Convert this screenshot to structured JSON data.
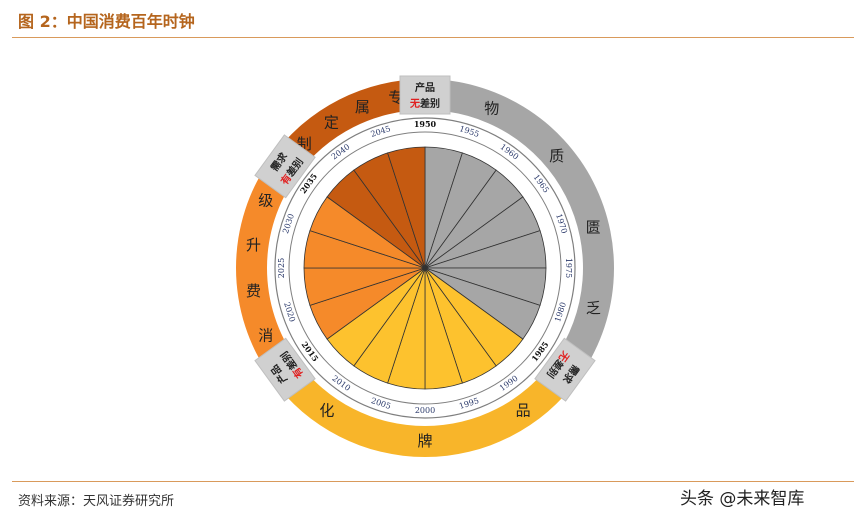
{
  "header": {
    "title": "图 2：中国消费百年时钟"
  },
  "footer": {
    "source": "资料来源：天风证券研究所",
    "watermark": "头条 @未来智库"
  },
  "clock": {
    "years": [
      "1950",
      "1955",
      "1960",
      "1965",
      "1970",
      "1975",
      "1980",
      "1985",
      "1990",
      "1995",
      "2000",
      "2005",
      "2010",
      "2015",
      "2020",
      "2025",
      "2030",
      "2035",
      "2040",
      "2045"
    ],
    "bold_years": [
      "1950",
      "1985",
      "2015",
      "2035"
    ],
    "phases": [
      {
        "from": "1950",
        "to": "1985",
        "color": "#a6a6a6",
        "ring_color": "#a6a6a6",
        "label": [
          "物",
          "质",
          "匮",
          "乏"
        ]
      },
      {
        "from": "1985",
        "to": "2015",
        "color": "#fdc22e",
        "ring_color": "#f8b52a",
        "label": [
          "品",
          "牌",
          "化"
        ]
      },
      {
        "from": "2015",
        "to": "2035",
        "color": "#f58a2a",
        "ring_color": "#f58a2a",
        "label": [
          "消",
          "费",
          "升",
          "级"
        ]
      },
      {
        "from": "2035",
        "to": "2050",
        "color": "#c55a11",
        "ring_color": "#c55a11",
        "label": [
          "制",
          "定",
          "属",
          "专"
        ]
      }
    ],
    "tags": [
      {
        "name": "product-no-difference",
        "lines": [
          "产品",
          "无差别"
        ],
        "red": "无"
      },
      {
        "name": "demand-no-difference",
        "lines": [
          "需求",
          "无差别"
        ],
        "red": "无"
      },
      {
        "name": "product-has-difference",
        "lines": [
          "产品",
          "有差别"
        ],
        "red": "有"
      },
      {
        "name": "demand-has-difference",
        "lines": [
          "需求",
          "有差别"
        ],
        "red": "有"
      }
    ]
  }
}
